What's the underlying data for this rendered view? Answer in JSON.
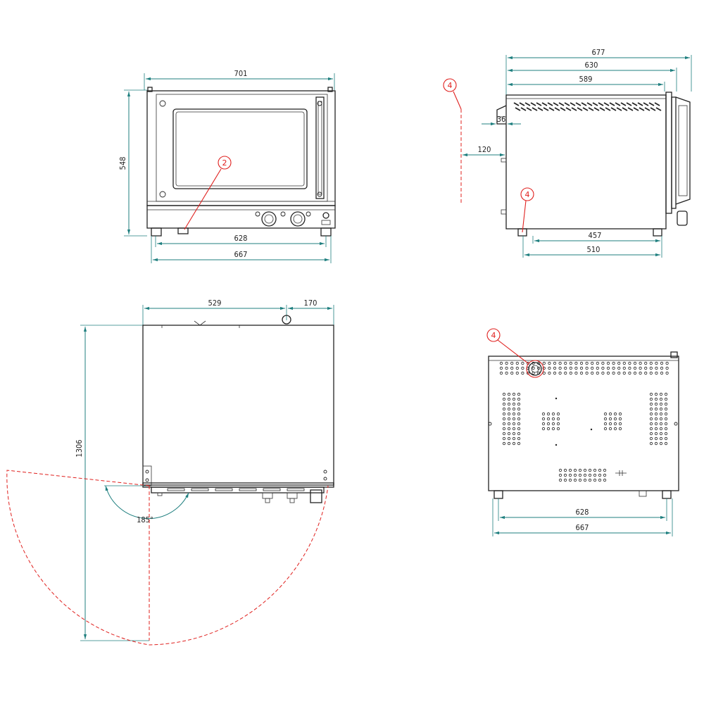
{
  "front_view": {
    "width_overall": "701",
    "height": "548",
    "feet_inner": "628",
    "feet_outer": "667",
    "callout": "2"
  },
  "side_view": {
    "depth_overall": "677",
    "depth_door": "630",
    "depth_body": "589",
    "vent_offset": "36",
    "clearance": "120",
    "feet_inner": "457",
    "feet_outer": "510",
    "callout_left": "4",
    "callout_bottom": "4"
  },
  "top_view": {
    "body_depth": "529",
    "rear_projection": "170",
    "door_swing_depth": "1306",
    "door_angle": "185°"
  },
  "rear_view": {
    "feet_inner": "628",
    "feet_outer": "667",
    "callout": "4"
  }
}
